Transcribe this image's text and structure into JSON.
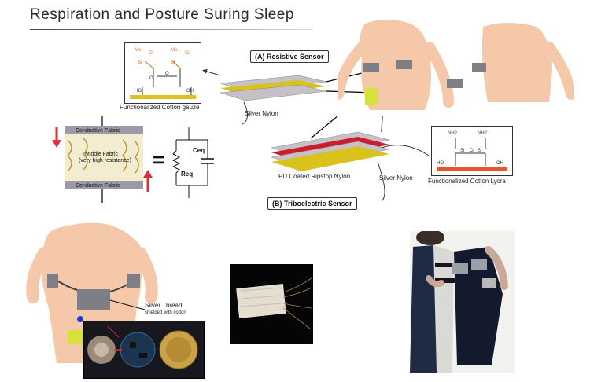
{
  "title": "Respiration and Posture Suring Sleep",
  "sensor_a_label": "(A) Resistive Sensor",
  "sensor_b_label": "(B) Triboelectric Sensor",
  "labels": {
    "functionalized_gauze": "Functionalized Cotton gauze",
    "silver_nylon_a": "Silver Nylon",
    "pu_coated": "PU Coated Ripstop Nylon",
    "silver_nylon_b": "Silver Nylon",
    "functionalized_lycra": "Functionalized Cotton Lycra",
    "silver_thread": "Silver Thread",
    "shielded": "shielded with cotton"
  },
  "circuit": {
    "conductive_top": "Conductive Fabric",
    "middle": "Middle Fabric",
    "middle_sub": "(very high resistance)",
    "conductive_bottom": "Conductive Fabric",
    "cap": "Ceq",
    "res": "Req",
    "equals": "="
  },
  "chem_gauze": {
    "me": "Me",
    "cl": "Cl",
    "si": "Si",
    "o": "O",
    "ho": "HO",
    "oh": "OH"
  },
  "chem_lycra": {
    "nh2": "NH2",
    "si": "Si",
    "o": "O",
    "ho": "HO",
    "oh": "OH"
  },
  "colors": {
    "chem_orange": "#d2691e",
    "gauze_yellow": "#d8c21b",
    "lycra_orange": "#e0572a",
    "sensor_grey": "#7e7e86",
    "skin": "#f4c8a8",
    "tribo_red": "#cc1d2a",
    "tribo_top": "#c6c0c8"
  }
}
